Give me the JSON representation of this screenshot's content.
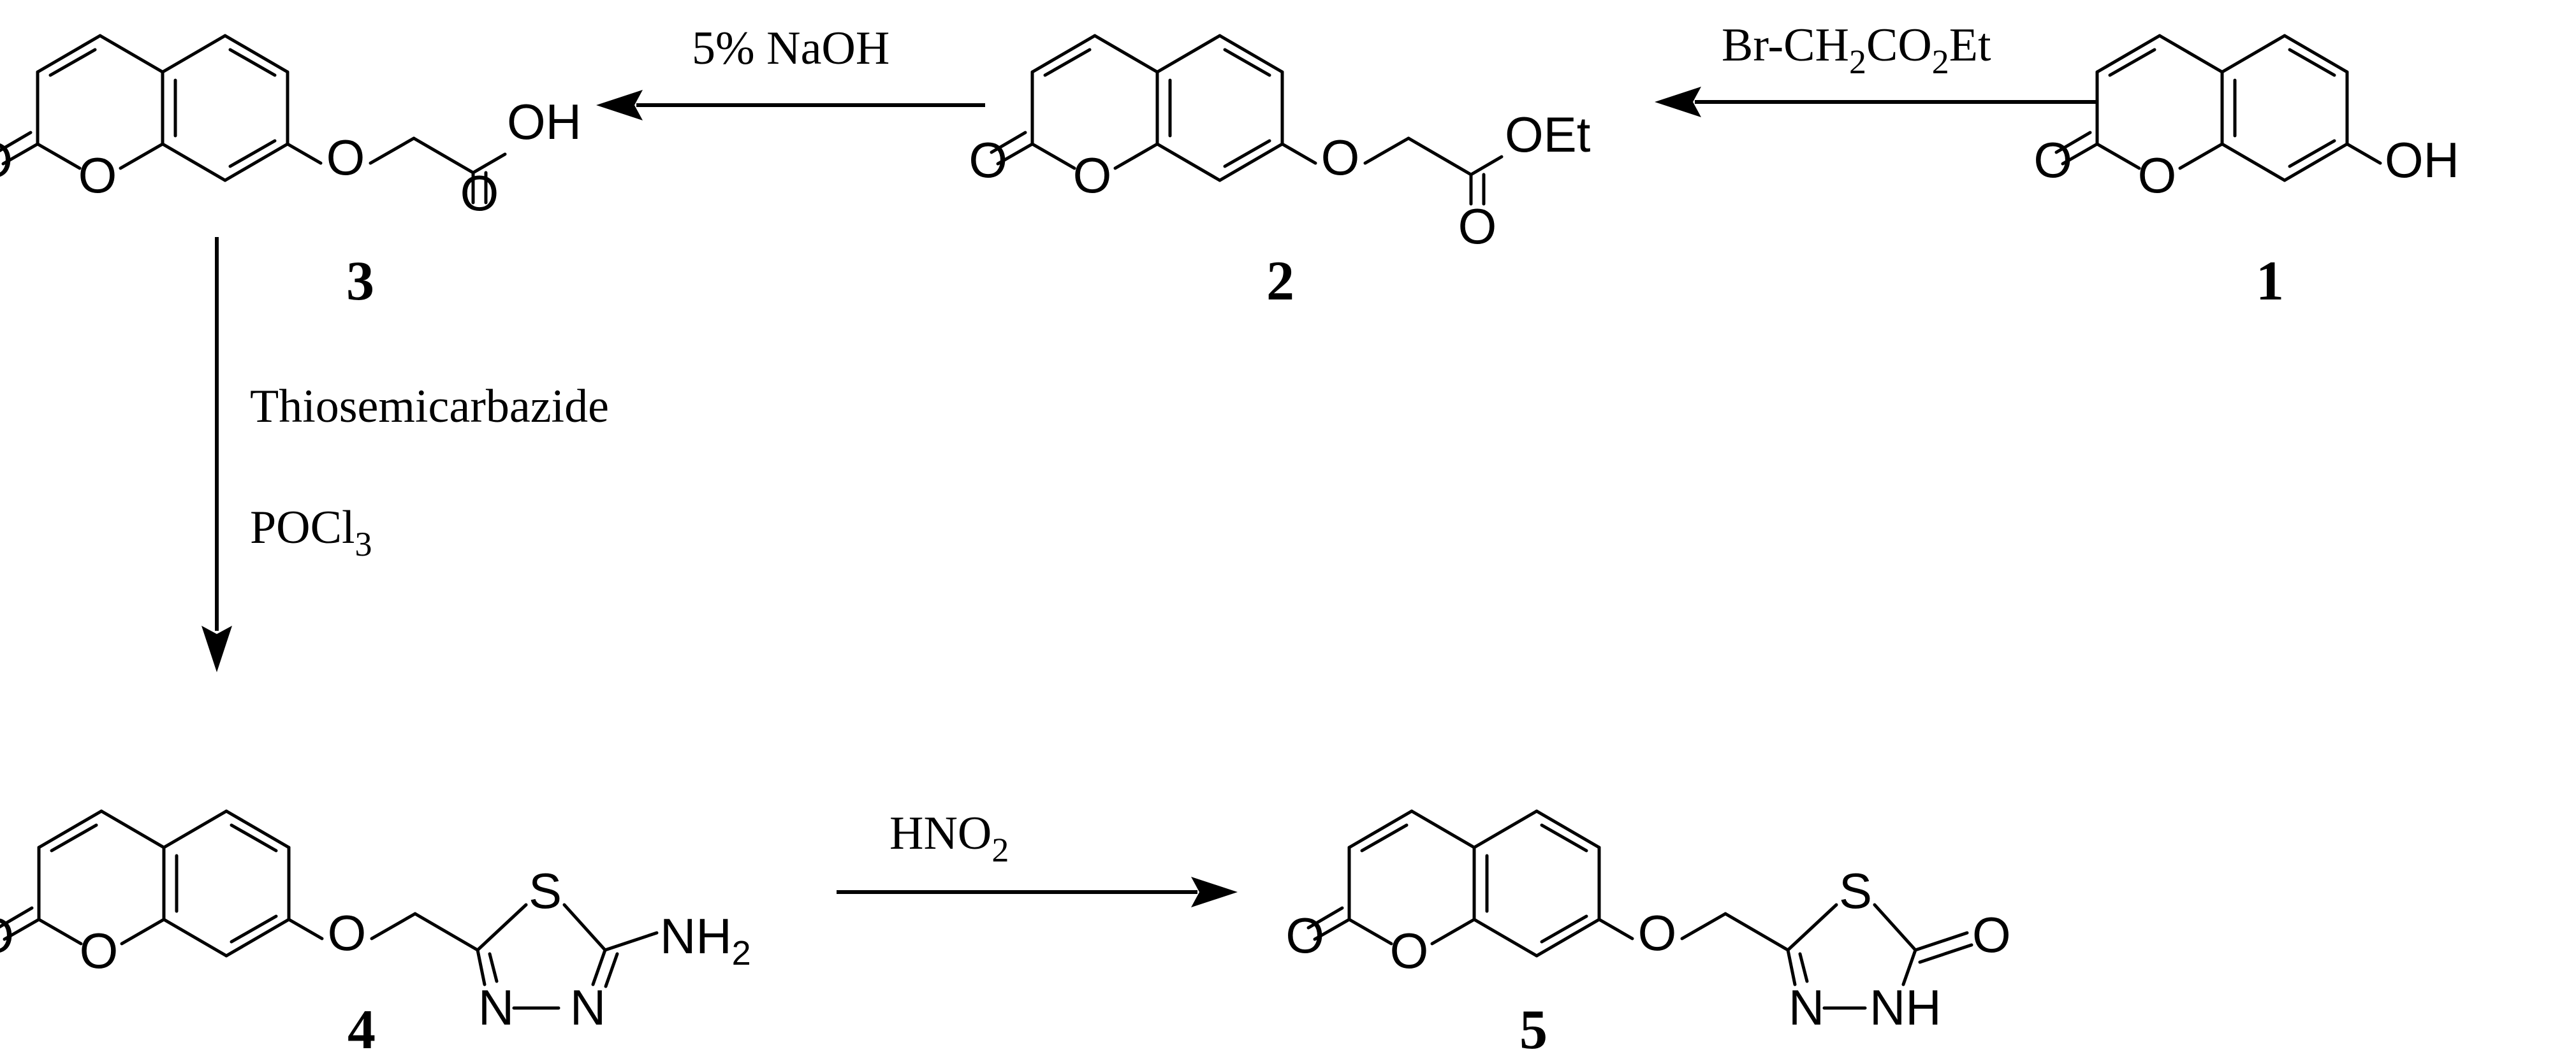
{
  "compounds": [
    {
      "label": "1",
      "atoms": {
        "o_ring": "O",
        "o_carbonyl": "O",
        "oh": "OH"
      }
    },
    {
      "label": "2",
      "atoms": {
        "o_ring": "O",
        "o_carbonyl": "O",
        "o_ether": "O",
        "o_ester_carbonyl": "O",
        "oet": "OEt"
      }
    },
    {
      "label": "3",
      "atoms": {
        "o_ring": "O",
        "o_carbonyl": "O",
        "o_ether": "O",
        "o_acid_carbonyl": "O",
        "oh": "OH"
      }
    },
    {
      "label": "4",
      "atoms": {
        "o_ring": "O",
        "o_carbonyl": "O",
        "o_ether": "O",
        "s": "S",
        "n3": "N",
        "n4": "N",
        "nh2": "NH",
        "nh2_sub": "2"
      }
    },
    {
      "label": "5",
      "atoms": {
        "o_ring": "O",
        "o_carbonyl": "O",
        "o_ether": "O",
        "s": "S",
        "n3": "N",
        "nh": "NH",
        "o_keto": "O"
      }
    }
  ],
  "reactions": [
    {
      "from": "1",
      "to": "2",
      "reagent_parts": [
        "Br-CH",
        "2",
        "CO",
        "2",
        "Et"
      ]
    },
    {
      "from": "2",
      "to": "3",
      "reagent": "5% NaOH"
    },
    {
      "from": "3",
      "to": "4",
      "reagent_line1": "Thiosemicarbazide",
      "reagent_line2_main": "POCl",
      "reagent_line2_sub": "3"
    },
    {
      "from": "4",
      "to": "5",
      "reagent_main": "HNO",
      "reagent_sub": "2"
    }
  ]
}
